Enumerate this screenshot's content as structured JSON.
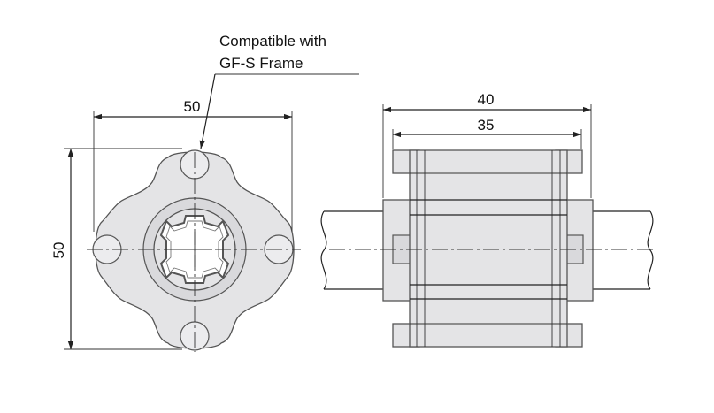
{
  "annotation": {
    "line1": "Compatible with",
    "line2": "GF-S Frame"
  },
  "front_view": {
    "width_label": "50",
    "height_label": "50"
  },
  "side_view": {
    "overall_width_label": "40",
    "inner_width_label": "35"
  },
  "colors": {
    "part_fill": "#e4e4e6",
    "outline": "#555555",
    "dimension_line": "#222222"
  }
}
